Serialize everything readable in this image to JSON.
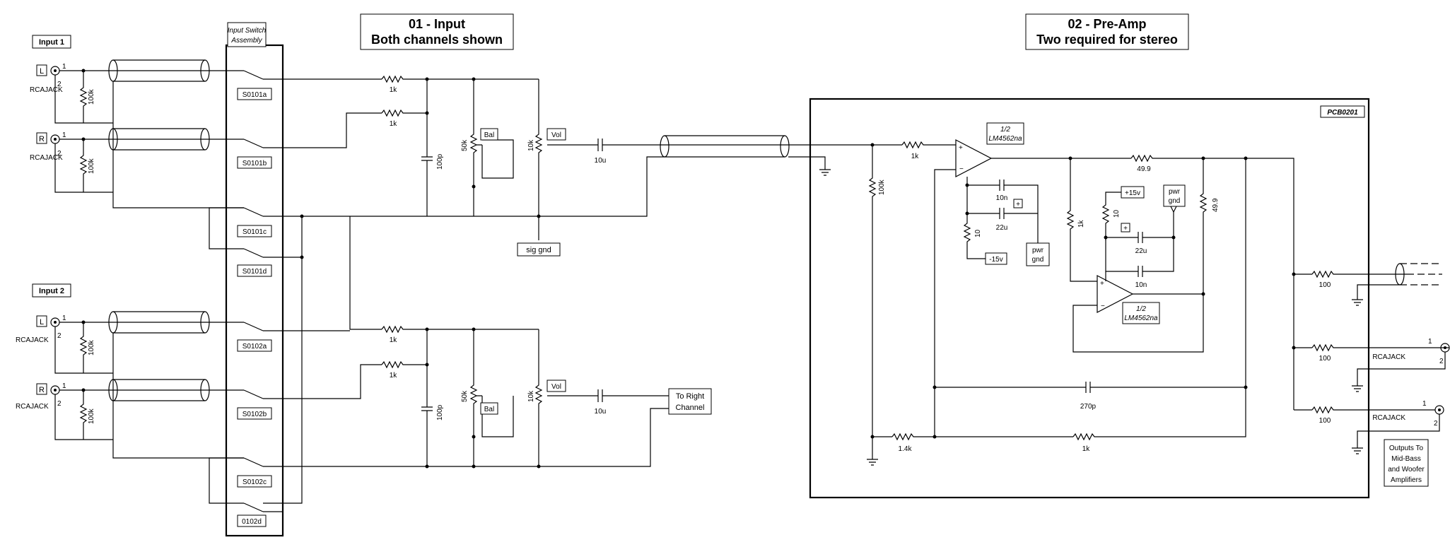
{
  "titles": {
    "input_line1": "01 - Input",
    "input_line2": "Both channels shown",
    "preamp_line1": "02 - Pre-Amp",
    "preamp_line2": "Two required for stereo"
  },
  "inputs": {
    "input1": "Input 1",
    "input2": "Input 2",
    "left": "L",
    "right": "R",
    "jack": "RCAJACK",
    "pin1": "1",
    "pin2": "2",
    "r100k": "100k"
  },
  "switch": {
    "title_line1": "Input Switch",
    "title_line2": "Assembly",
    "labels": [
      "S0101a",
      "S0101b",
      "S0101c",
      "S0101d",
      "S0102a",
      "S0102b",
      "S0102c",
      "0102d"
    ]
  },
  "input_stage": {
    "r1k": "1k",
    "c100p": "100p",
    "pot50k": "50k",
    "bal": "Bal",
    "pot10k": "10k",
    "vol": "Vol",
    "c10u": "10u",
    "sig_gnd": "sig gnd",
    "to_right_line1": "To Right",
    "to_right_line2": "Channel"
  },
  "preamp": {
    "pcb": "PCB0201",
    "opamp_half": "1/2",
    "opamp_part": "LM4562na",
    "r1k_in": "1k",
    "r100k": "100k",
    "r49_9a": "49.9",
    "r49_9b": "49.9",
    "c10n_a": "10n",
    "c22u_a": "22u",
    "r10_a": "10",
    "neg15": "-15v",
    "pos15": "+15v",
    "pwr": "pwr",
    "gnd": "gnd",
    "r1k_fb": "1k",
    "r10_b": "10",
    "c22u_b": "22u",
    "c10n_b": "10n",
    "plus": "+",
    "c270p": "270p",
    "r1_4k": "1.4k",
    "r1k_bottom": "1k",
    "r100_out": "100"
  },
  "outputs": {
    "jack": "RCAJACK",
    "pin1": "1",
    "pin2": "2",
    "note_lines": [
      "Outputs To",
      "Mid-Bass",
      "and Woofer",
      "Amplifiers"
    ]
  }
}
